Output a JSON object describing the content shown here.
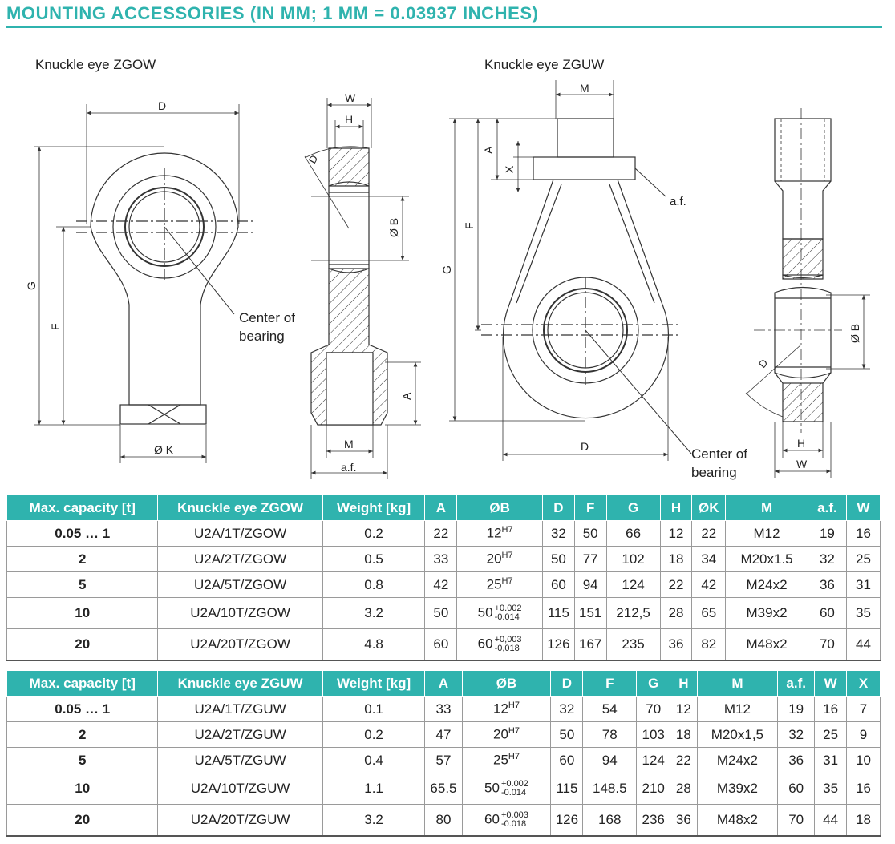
{
  "header": {
    "title": "MOUNTING ACCESSORIES (IN MM; 1 MM = 0.03937 INCHES)"
  },
  "drawings": {
    "zgow_title": "Knuckle eye ZGOW",
    "zguw_title": "Knuckle eye ZGUW",
    "center_line1": "Center of",
    "center_line2": "bearing",
    "dim": {
      "D": "D",
      "W": "W",
      "H": "H",
      "G": "G",
      "F": "F",
      "A": "A",
      "M": "M",
      "X": "X",
      "B": "Ø B",
      "K": "Ø K",
      "af": "a.f.",
      "Db": "D"
    }
  },
  "table_zgow": {
    "headers": [
      "Max. capacity [t]",
      "Knuckle eye ZGOW",
      "Weight [kg]",
      "A",
      "ØB",
      "D",
      "F",
      "G",
      "H",
      "ØK",
      "M",
      "a.f.",
      "W"
    ],
    "rows": [
      {
        "cap": "0.05 … 1",
        "model": "U2A/1T/ZGOW",
        "weight": "0.2",
        "a": "22",
        "b": "12",
        "b_sup": "H7",
        "d": "32",
        "f": "50",
        "g": "66",
        "h": "12",
        "k": "22",
        "m": "M12",
        "af": "19",
        "w": "16"
      },
      {
        "cap": "2",
        "model": "U2A/2T/ZGOW",
        "weight": "0.5",
        "a": "33",
        "b": "20",
        "b_sup": "H7",
        "d": "50",
        "f": "77",
        "g": "102",
        "h": "18",
        "k": "34",
        "m": "M20x1.5",
        "af": "32",
        "w": "25"
      },
      {
        "cap": "5",
        "model": "U2A/5T/ZGOW",
        "weight": "0.8",
        "a": "42",
        "b": "25",
        "b_sup": "H7",
        "d": "60",
        "f": "94",
        "g": "124",
        "h": "22",
        "k": "42",
        "m": "M24x2",
        "af": "36",
        "w": "31"
      },
      {
        "cap": "10",
        "model": "U2A/10T/ZGOW",
        "weight": "3.2",
        "a": "50",
        "b": "50",
        "b_up": "+0.002",
        "b_low": "-0.014",
        "d": "115",
        "f": "151",
        "g": "212,5",
        "h": "28",
        "k": "65",
        "m": "M39x2",
        "af": "60",
        "w": "35"
      },
      {
        "cap": "20",
        "model": "U2A/20T/ZGOW",
        "weight": "4.8",
        "a": "60",
        "b": "60",
        "b_up": "+0,003",
        "b_low": "-0,018",
        "d": "126",
        "f": "167",
        "g": "235",
        "h": "36",
        "k": "82",
        "m": "M48x2",
        "af": "70",
        "w": "44"
      }
    ]
  },
  "table_zguw": {
    "headers": [
      "Max. capacity [t]",
      "Knuckle eye ZGUW",
      "Weight [kg]",
      "A",
      "ØB",
      "D",
      "F",
      "G",
      "H",
      "M",
      "a.f.",
      "W",
      "X"
    ],
    "rows": [
      {
        "cap": "0.05 … 1",
        "model": "U2A/1T/ZGUW",
        "weight": "0.1",
        "a": "33",
        "b": "12",
        "b_sup": "H7",
        "d": "32",
        "f": "54",
        "g": "70",
        "h": "12",
        "m": "M12",
        "af": "19",
        "w": "16",
        "x": "7"
      },
      {
        "cap": "2",
        "model": "U2A/2T/ZGUW",
        "weight": "0.2",
        "a": "47",
        "b": "20",
        "b_sup": "H7",
        "d": "50",
        "f": "78",
        "g": "103",
        "h": "18",
        "m": "M20x1,5",
        "af": "32",
        "w": "25",
        "x": "9"
      },
      {
        "cap": "5",
        "model": "U2A/5T/ZGUW",
        "weight": "0.4",
        "a": "57",
        "b": "25",
        "b_sup": "H7",
        "d": "60",
        "f": "94",
        "g": "124",
        "h": "22",
        "m": "M24x2",
        "af": "36",
        "w": "31",
        "x": "10"
      },
      {
        "cap": "10",
        "model": "U2A/10T/ZGUW",
        "weight": "1.1",
        "a": "65.5",
        "b": "50",
        "b_up": "+0.002",
        "b_low": "-0.014",
        "d": "115",
        "f": "148.5",
        "g": "210",
        "h": "28",
        "m": "M39x2",
        "af": "60",
        "w": "35",
        "x": "16"
      },
      {
        "cap": "20",
        "model": "U2A/20T/ZGUW",
        "weight": "3.2",
        "a": "80",
        "b": "60",
        "b_up": "+0.003",
        "b_low": "-0.018",
        "d": "126",
        "f": "168",
        "g": "236",
        "h": "36",
        "m": "M48x2",
        "af": "70",
        "w": "44",
        "x": "18"
      }
    ]
  },
  "colors": {
    "accent": "#2fb3ae",
    "line": "#333333"
  }
}
